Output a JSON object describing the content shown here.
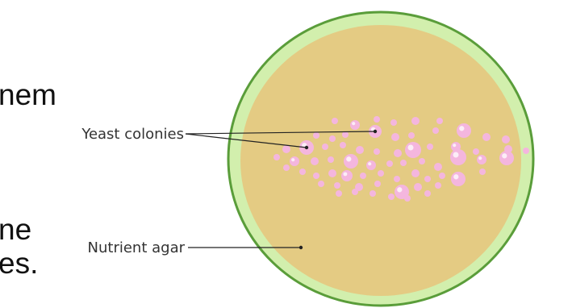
{
  "background_text": {
    "line1": "nem",
    "line2": "ne",
    "line3": "es."
  },
  "labels": {
    "yeast_colonies": "Yeast colonies",
    "nutrient_agar": "Nutrient agar"
  },
  "colors": {
    "rim": "#d2efad",
    "rim_stroke": "#5a9d3a",
    "agar": "#e4cb83",
    "colony": "#f4b6de",
    "colony_highlight": "#ffffff",
    "leader": "#222222"
  }
}
